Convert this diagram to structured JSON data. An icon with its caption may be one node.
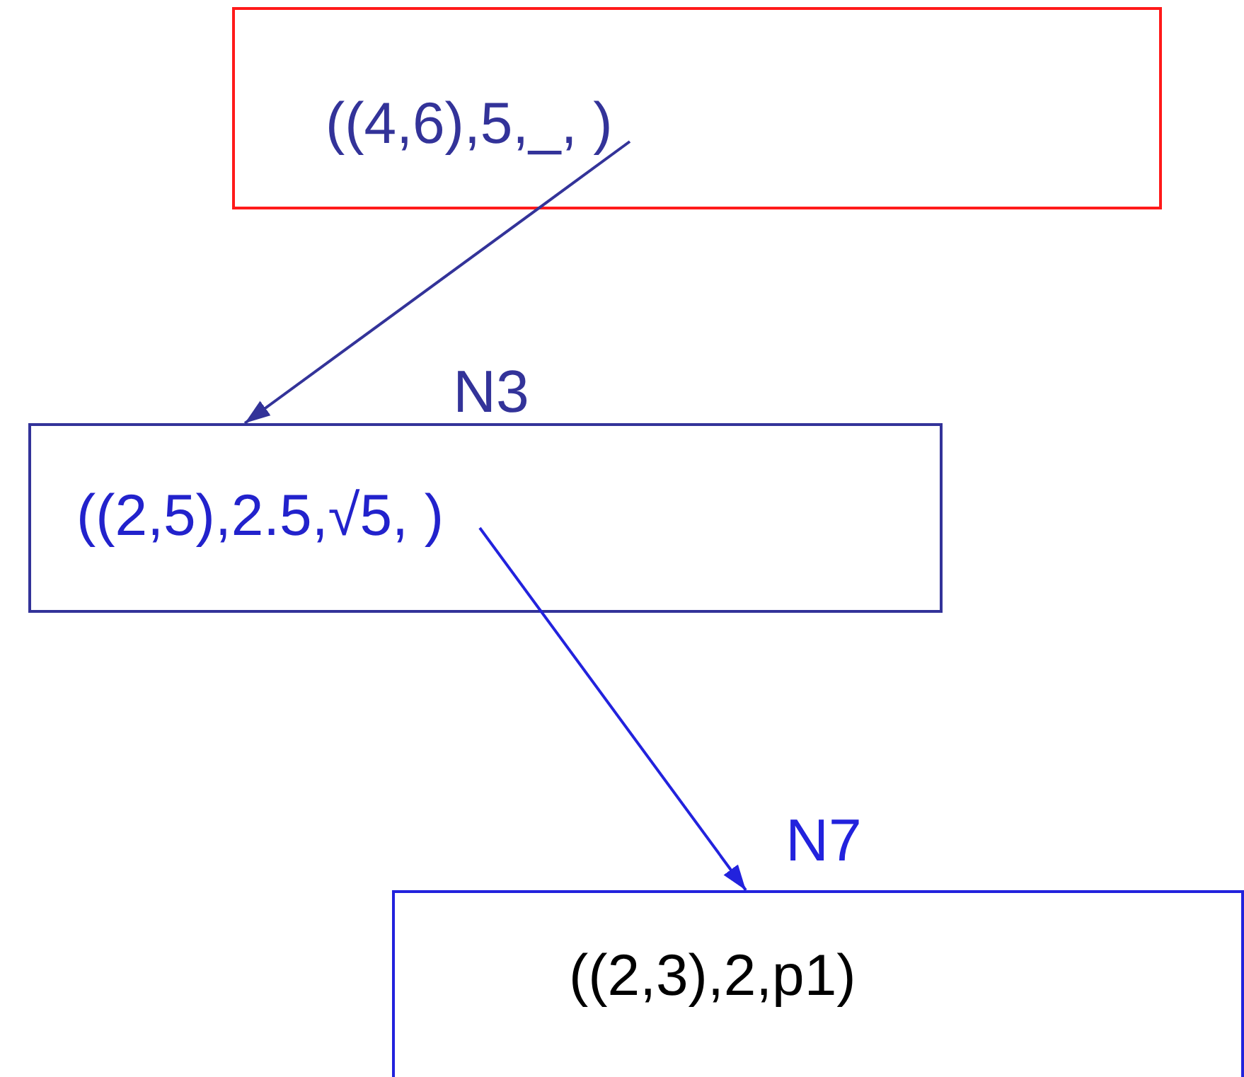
{
  "diagram": {
    "nodes": [
      {
        "text": [
          "((4,6),5,_, )"
        ]
      },
      {
        "text": [
          "N3",
          "((2,5),2.5,√5, )"
        ]
      },
      {
        "text": [
          "N7",
          "((2,3),2,p1)"
        ]
      }
    ],
    "edges": [
      {
        "from": 0,
        "to": 1,
        "arrow": "to"
      },
      {
        "from": 1,
        "to": 2,
        "arrow": "to",
        "color": "#2222dd"
      }
    ]
  }
}
